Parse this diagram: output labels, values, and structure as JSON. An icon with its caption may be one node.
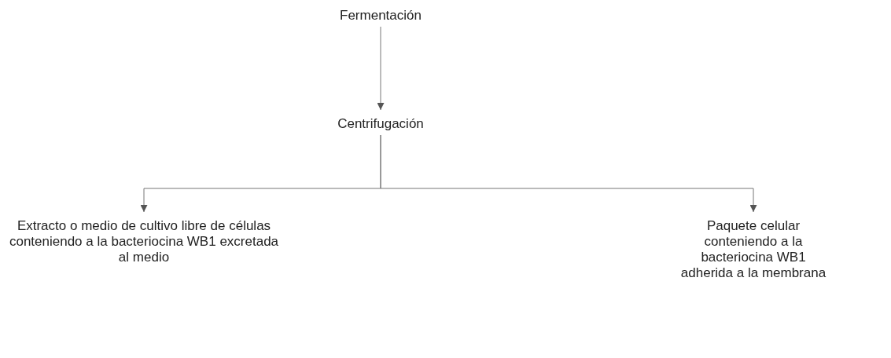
{
  "diagram": {
    "nodes": [
      {
        "text": [
          "Fermentación"
        ]
      },
      {
        "text": [
          "Centrifugación"
        ]
      },
      {
        "text": [
          "Extracto o medio de cultivo libre de células conteniendo a la bacteriocina WB1 excretada al medio"
        ]
      },
      {
        "text": [
          "Paquete celular conteniendo a la bacteriocina WB1 adherida a la membrana"
        ]
      }
    ],
    "edges": [
      {
        "from": 0,
        "to": 1,
        "arrow": "to"
      },
      {
        "from": 1,
        "to": 2,
        "arrow": "to"
      },
      {
        "from": 1,
        "to": 3,
        "arrow": "to"
      }
    ]
  }
}
